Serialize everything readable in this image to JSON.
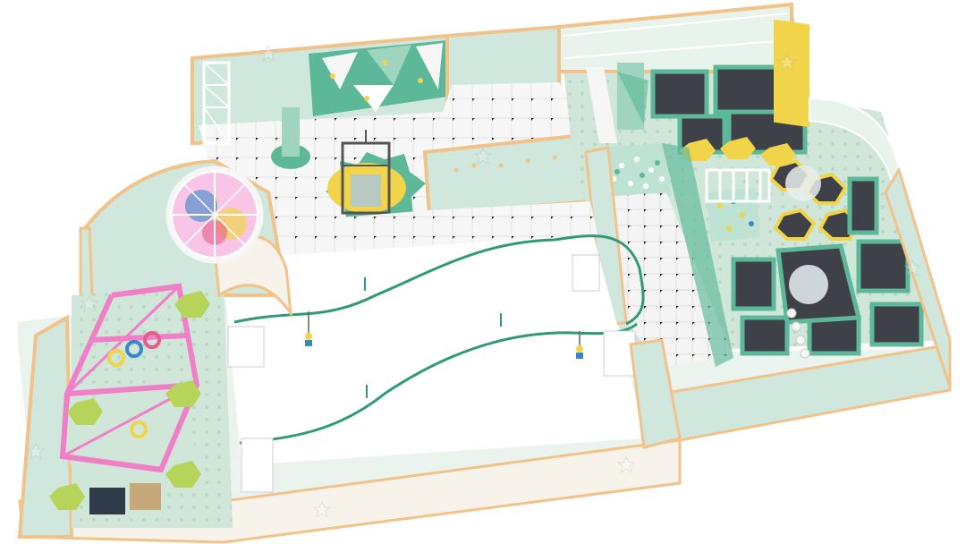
{
  "scene": {
    "description_visible_text": [],
    "zones": [
      {
        "id": "rock-climbing-wall-room",
        "kind": "climbing-wall"
      },
      {
        "id": "tower-room",
        "kind": "play-tower"
      },
      {
        "id": "ball-pool-room",
        "kind": "decorated-room"
      },
      {
        "id": "trampoline-park",
        "kind": "trampoline-area"
      },
      {
        "id": "ball-pit",
        "kind": "ball-pit"
      },
      {
        "id": "slide-tower",
        "kind": "slide"
      },
      {
        "id": "rope-course",
        "kind": "ropes-course"
      },
      {
        "id": "climbing-sphere",
        "kind": "climbing-net-sphere"
      },
      {
        "id": "zipline-arena",
        "kind": "zipline-track"
      },
      {
        "id": "hallway",
        "kind": "tiled-corridor"
      }
    ],
    "colors": {
      "wall_mint": "#cfe7dc",
      "wall_trim": "#f2c28b",
      "floor_tile": "#f6f6f6",
      "tile_dot": "#1d1d1d",
      "trampoline_bed": "#3f4148",
      "trampoline_frame": "#5db89a",
      "accent_yellow": "#f2d44a",
      "rope_pink": "#f07fc8",
      "track_green": "#2e9a78"
    },
    "watermark_icon": "star-logo"
  }
}
